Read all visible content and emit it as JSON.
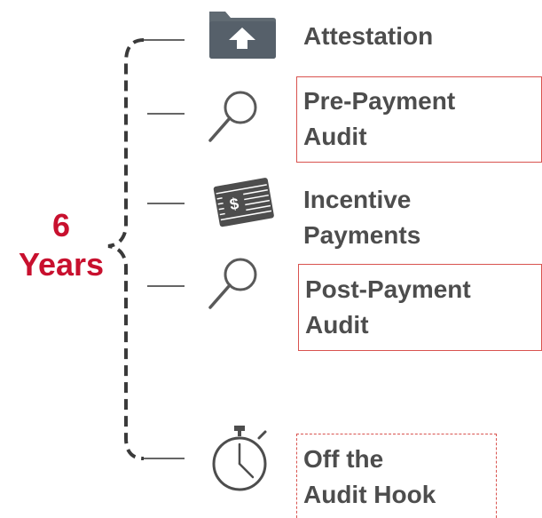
{
  "years_label": {
    "number": "6",
    "word": "Years"
  },
  "steps": [
    {
      "label_line1": "Attestation",
      "label_line2": "",
      "icon": "folder-upload-icon"
    },
    {
      "label_line1": "Pre-Payment",
      "label_line2": "Audit",
      "icon": "magnifying-glass-icon"
    },
    {
      "label_line1": "Incentive",
      "label_line2": "Payments",
      "icon": "money-stack-icon"
    },
    {
      "label_line1": "Post-Payment",
      "label_line2": "Audit",
      "icon": "magnifying-glass-icon"
    },
    {
      "label_line1": "Off the",
      "label_line2": "Audit Hook",
      "icon": "stopwatch-icon"
    }
  ],
  "colors": {
    "accent_red": "#c8102e",
    "box_border": "#d9534f",
    "text_gray": "#4d4d4d",
    "icon_gray": "#595959",
    "bracket_dark": "#3a3a3a"
  }
}
